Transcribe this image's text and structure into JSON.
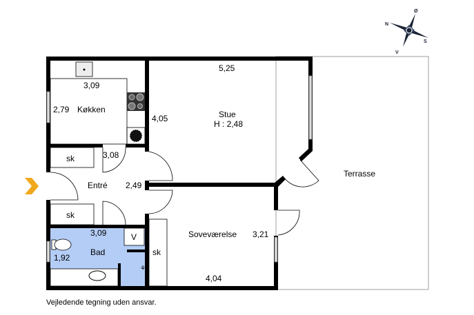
{
  "rooms": {
    "kitchen": {
      "name": "Køkken",
      "width": "3,09",
      "depth": "2,79"
    },
    "living": {
      "name": "Stue",
      "height": "H : 2,48",
      "width": "5,25",
      "depth": "4,05"
    },
    "entrance": {
      "name": "Entré",
      "width": "3,08",
      "depth": "2,49"
    },
    "bath": {
      "name": "Bad",
      "width": "3,09",
      "depth": "1,92"
    },
    "bedroom": {
      "name": "Soveværelse",
      "width": "4,04",
      "depth": "3,21"
    },
    "terrace": {
      "name": "Terrasse"
    }
  },
  "closets": [
    "sk",
    "sk",
    "sk"
  ],
  "utility": "V",
  "compass": {
    "n": "N",
    "e": "Ø",
    "s": "S",
    "w": "V"
  },
  "disclaimer": "Vejledende tegning uden ansvar.",
  "colors": {
    "bath_fill": "#b4cdf6",
    "entrance_arrow": "#f0a81c"
  }
}
